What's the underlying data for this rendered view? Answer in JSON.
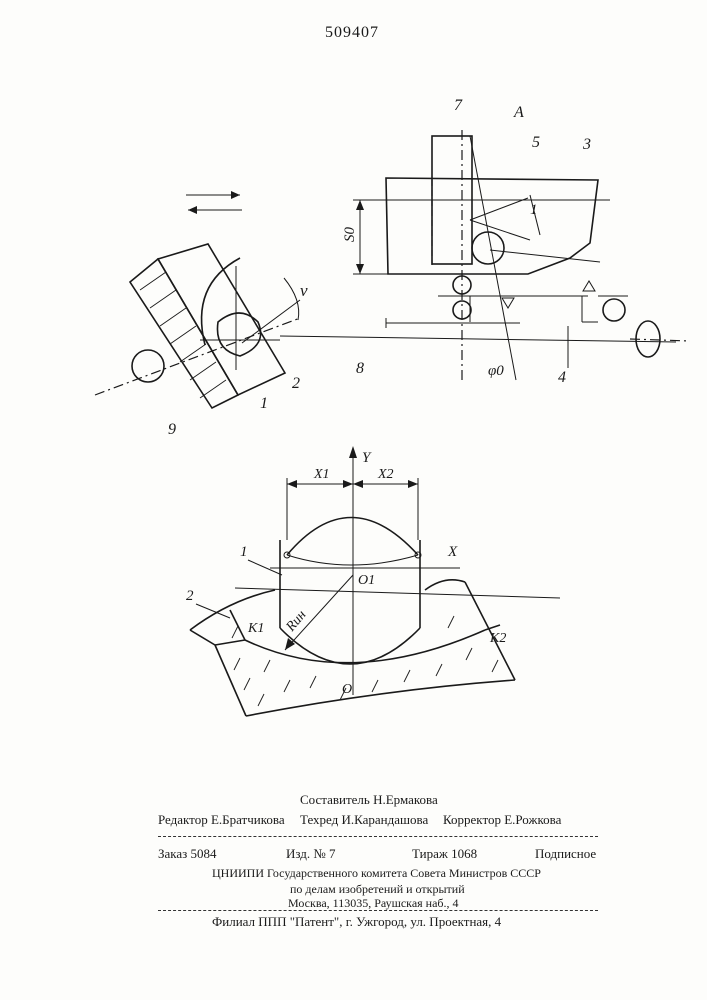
{
  "patent_number": "509407",
  "figure_top": {
    "labels": {
      "l7": "7",
      "lA": "A",
      "l5": "5",
      "l3": "3",
      "lS0": "S0",
      "l1a": "1",
      "lnu": "ν",
      "l2": "2",
      "l1": "1",
      "l8": "8",
      "l9": "9",
      "lphi": "φ0",
      "l4": "4"
    }
  },
  "figure_bottom": {
    "labels": {
      "Y": "Y",
      "X1": "X1",
      "X2": "X2",
      "X": "X",
      "O1": "O1",
      "Rum": "Rин",
      "O": "O",
      "K1": "K1",
      "K2": "K2",
      "n1": "1",
      "n2": "2"
    }
  },
  "credits": {
    "compiler": "Составитель  Н.Ермакова",
    "editor": "Редактор Е.Братчикова",
    "techred": "Техред И.Карандашова",
    "corrector": "Корректор Е.Рожкова",
    "order": "Заказ 5084",
    "edition": "Изд. № 7",
    "circulation": "Тираж 1068",
    "subscription": "Подписное",
    "institute_line1": "ЦНИИПИ Государственного комитета Совета Министров СССР",
    "institute_line2": "по делам изобретений и открытий",
    "institute_line3": "Москва, 113035, Раушская наб., 4",
    "branch": "Филиал ППП \"Патент\", г. Ужгород, ул. Проектная, 4"
  }
}
